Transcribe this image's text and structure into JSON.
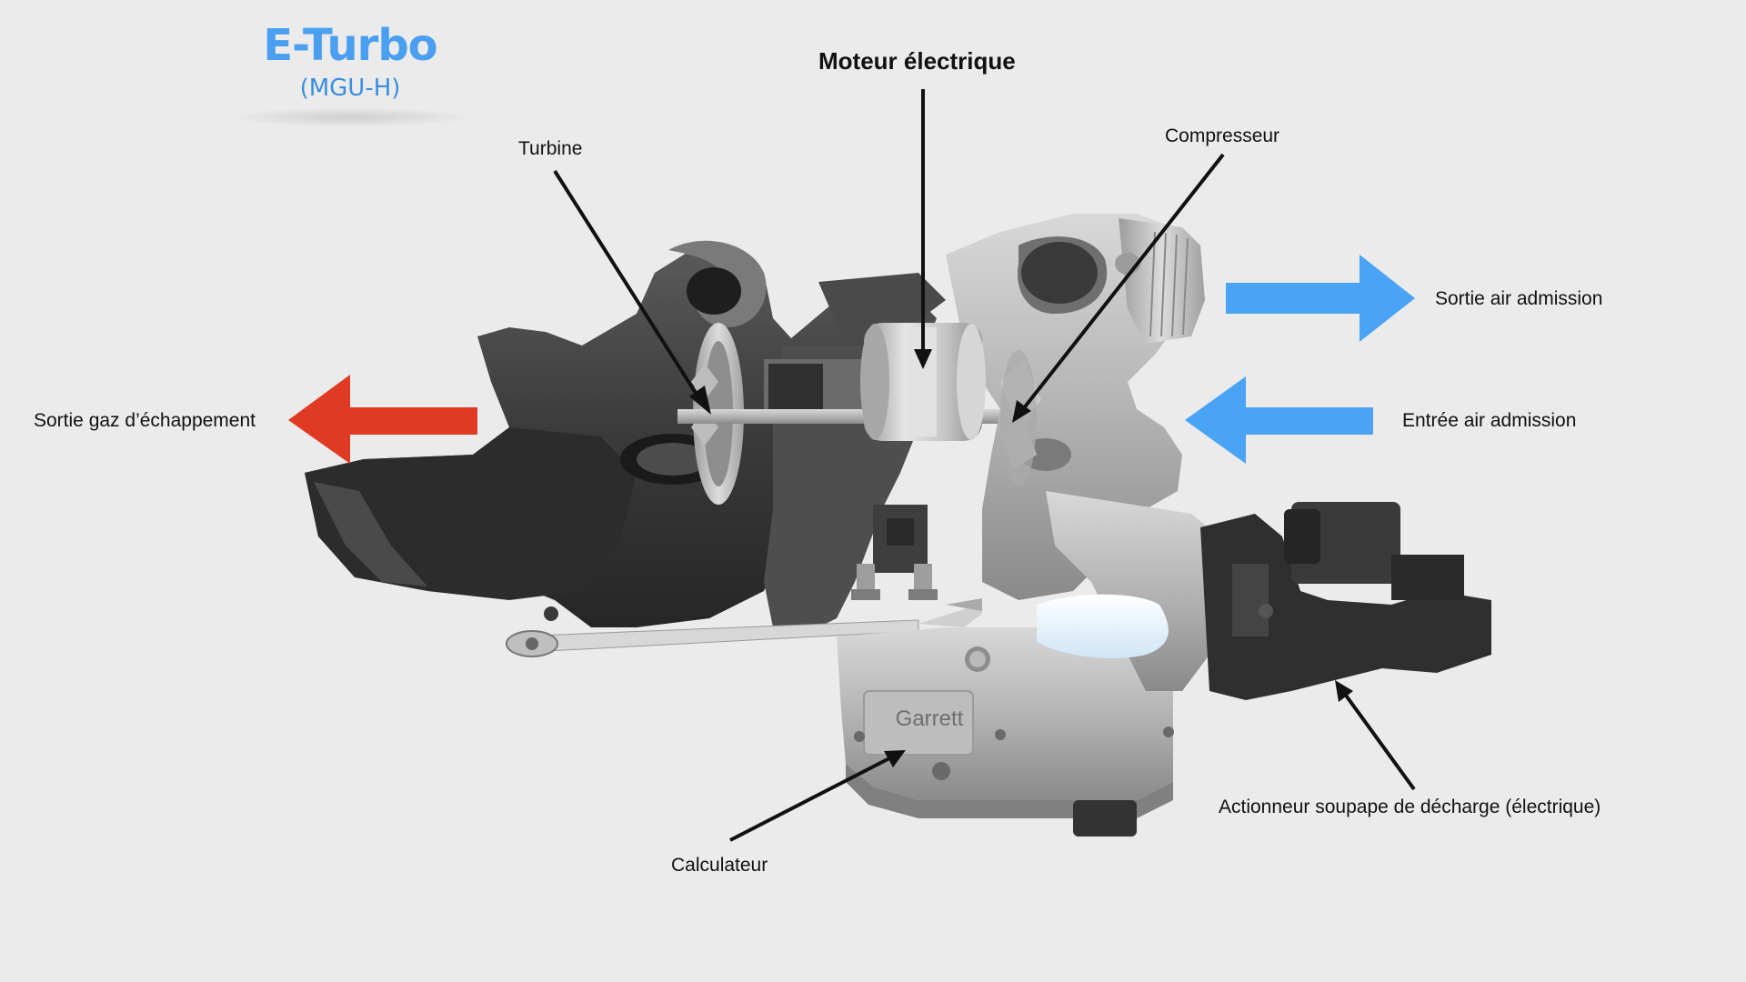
{
  "title": "E-Turbo",
  "subtitle": "(MGU-H)",
  "labels": {
    "motor": "Moteur électrique",
    "turbine": "Turbine",
    "compressor": "Compresseur",
    "air_outlet": "Sortie air admission",
    "air_inlet": "Entrée air admission",
    "exhaust_outlet": "Sortie gaz d’échappement",
    "ecu": "Calculateur",
    "wastegate_actuator": "Actionneur soupape de décharge (électrique)"
  },
  "housing_brand": "Garrett",
  "colors": {
    "title": "#4a9ff0",
    "air_arrow": "#4aa3f5",
    "exhaust_arrow": "#e03a24",
    "pointer": "#111111",
    "background": "#ebebeb"
  }
}
